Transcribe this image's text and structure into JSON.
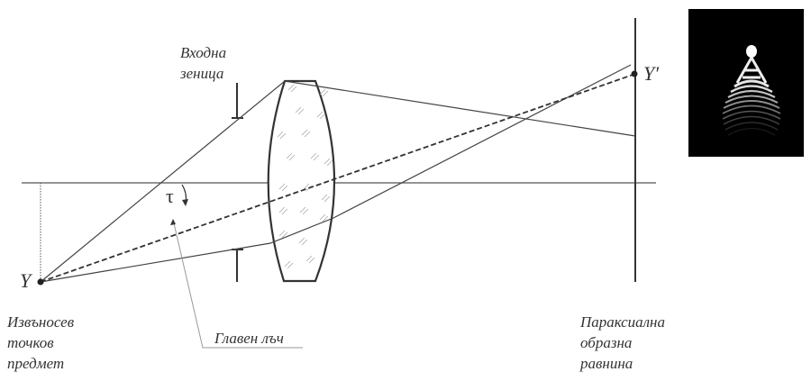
{
  "labels": {
    "entrance_pupil": [
      "Входна",
      "зеница"
    ],
    "object_point": "Y",
    "image_point": "Y′",
    "angle": "τ",
    "chief_ray": "Главен лъч",
    "object_caption": [
      "Извъносев",
      "точков",
      "предмет"
    ],
    "image_plane_caption": [
      "Параксиална",
      "образна",
      "равнина"
    ]
  },
  "colors": {
    "line": "#444444",
    "thin": "#555555",
    "pointer": "#999999",
    "psf_bg": "#000000"
  }
}
